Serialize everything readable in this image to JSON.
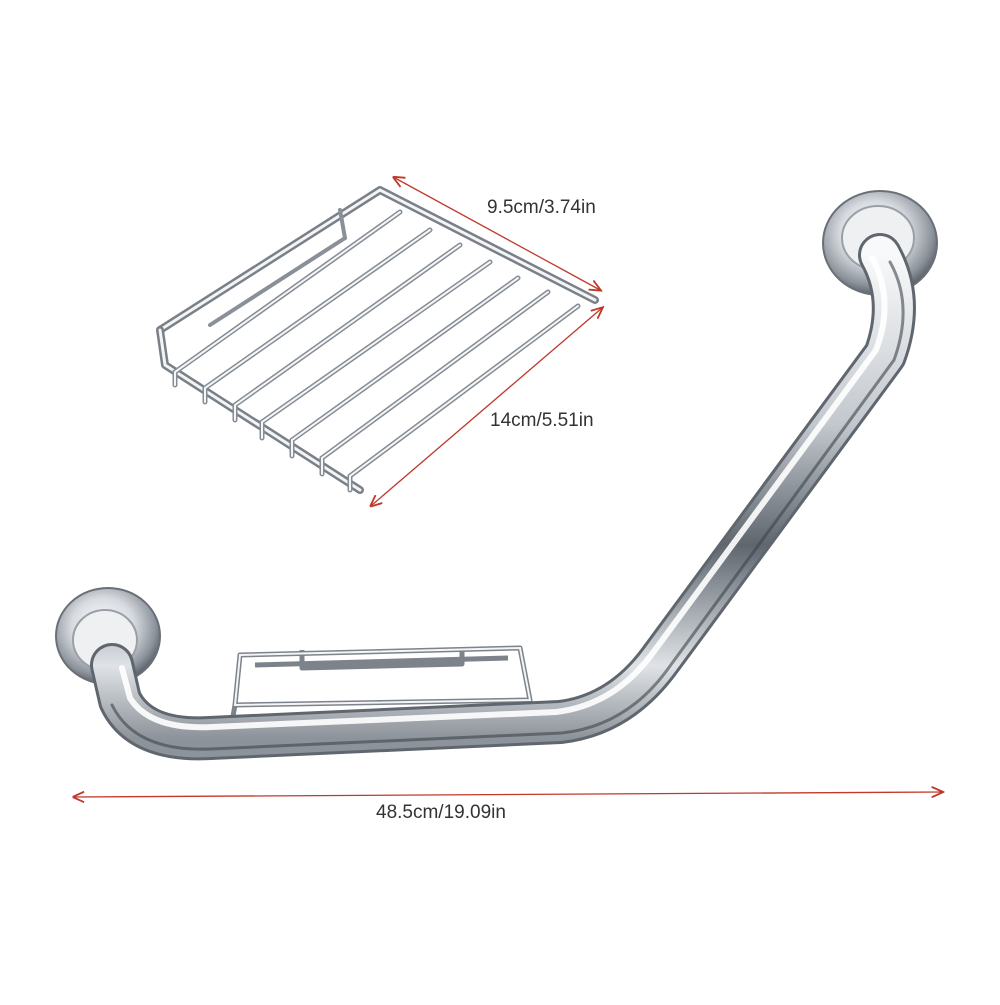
{
  "dimensions": {
    "depth_label": "9.5cm/3.74in",
    "width_label": "14cm/5.51in",
    "length_label": "48.5cm/19.09in"
  },
  "colors": {
    "dimension_line": "#c0392b",
    "label_text": "#333333",
    "chrome_dark": "#8a8f96",
    "chrome_light": "#f4f6f8"
  }
}
